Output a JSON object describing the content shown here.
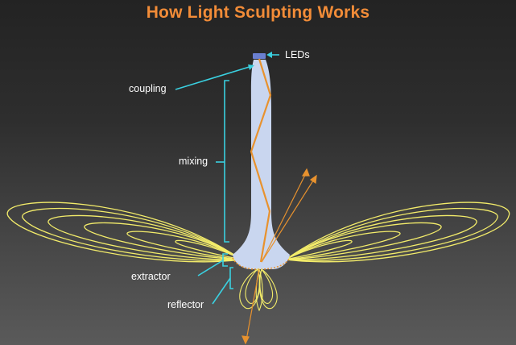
{
  "title": "How Light Sculpting Works",
  "labels": {
    "leds": "LEDs",
    "coupling": "coupling",
    "mixing": "mixing",
    "extractor": "extractor",
    "reflector": "reflector"
  },
  "colors": {
    "title": "#f28c38",
    "light_guide": "#c9d6ef",
    "light_ray": "#e8922e",
    "light_pattern": "#f3ec6a",
    "callout": "#3ad0e0",
    "led": "#6a7fd0"
  }
}
